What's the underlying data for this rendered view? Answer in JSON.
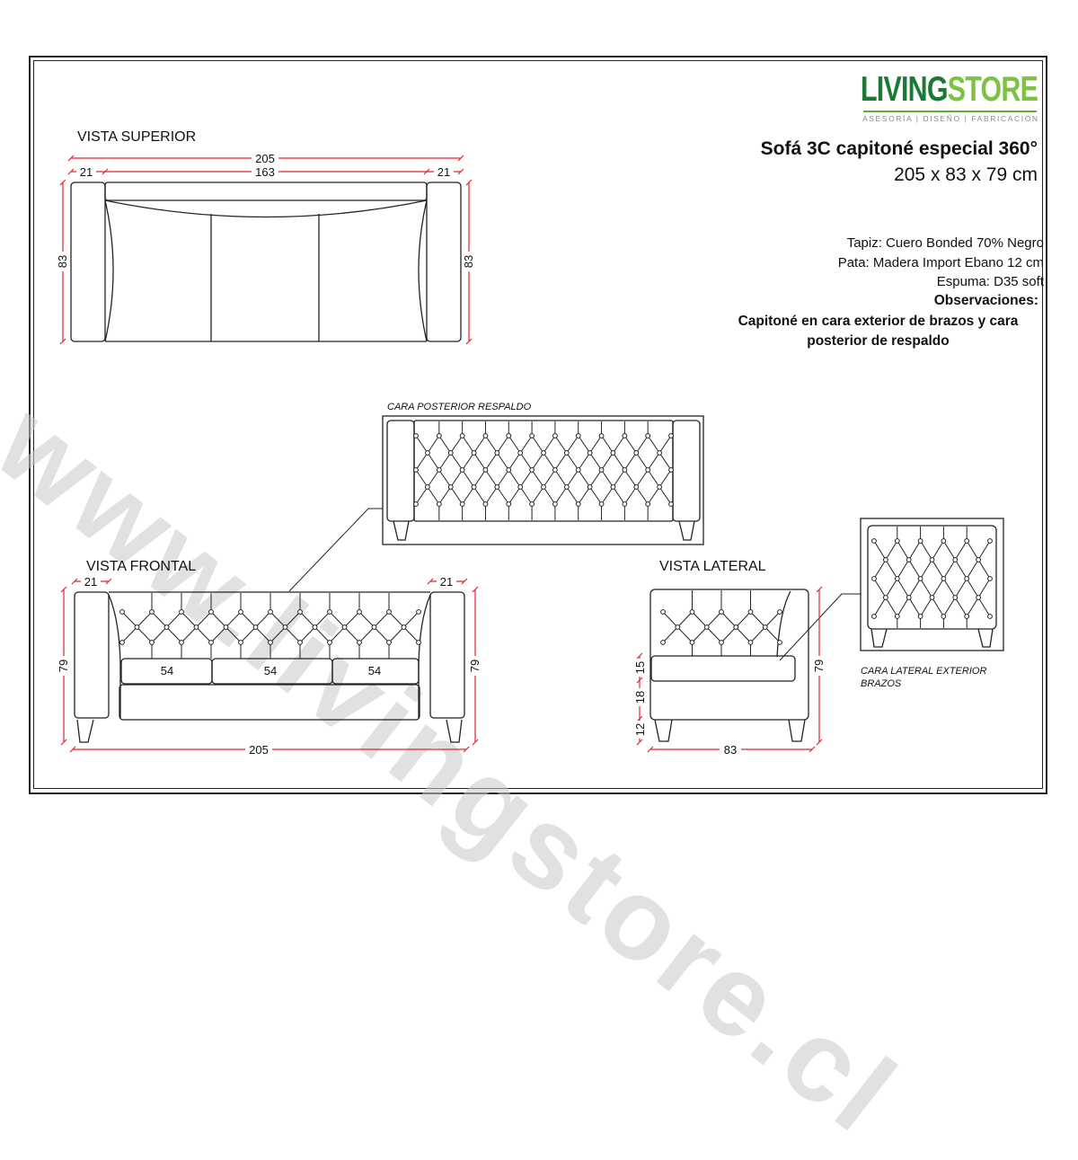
{
  "brand": {
    "logo_part1": "LIVING",
    "logo_part2": "STORE",
    "tagline": "ASESORÍA | DISEÑO | FABRICACIÓN",
    "color_dark": "#1a7a34",
    "color_light": "#7dc242"
  },
  "watermark": "www.livingstore.cl",
  "product": {
    "title": "Sofá 3C capitoné especial 360°",
    "dimensions": "205 x 83 x 79 cm",
    "specs": [
      "Tapiz: Cuero Bonded 70% Negro",
      "Pata: Madera Import Ebano 12 cm",
      "Espuma: D35 soft"
    ],
    "observations_title": "Observaciones:",
    "observations_text": "Capitoné en cara exterior de brazos y cara posterior de respaldo"
  },
  "views": {
    "top": {
      "label": "VISTA SUPERIOR",
      "dims": {
        "total_width": "205",
        "arm_left": "21",
        "seat_width": "163",
        "arm_right": "21",
        "depth_left": "83",
        "depth_right": "83"
      }
    },
    "back_detail": {
      "label": "CARA POSTERIOR RESPALDO"
    },
    "front": {
      "label": "VISTA FRONTAL",
      "dims": {
        "arm_left": "21",
        "arm_right": "21",
        "height_left": "79",
        "height_right": "79",
        "total_width": "205",
        "cushion_1": "54",
        "cushion_2": "54",
        "cushion_3": "54"
      }
    },
    "side": {
      "label": "VISTA LATERAL",
      "dims": {
        "cushion_height": "15",
        "base_height": "18",
        "leg_height": "12",
        "total_height": "79",
        "depth": "83"
      }
    },
    "arm_detail": {
      "label_line1": "CARA LATERAL EXTERIOR",
      "label_line2": "BRAZOS"
    }
  },
  "colors": {
    "dimension_line": "#e0262b",
    "drawing_line": "#222222"
  }
}
